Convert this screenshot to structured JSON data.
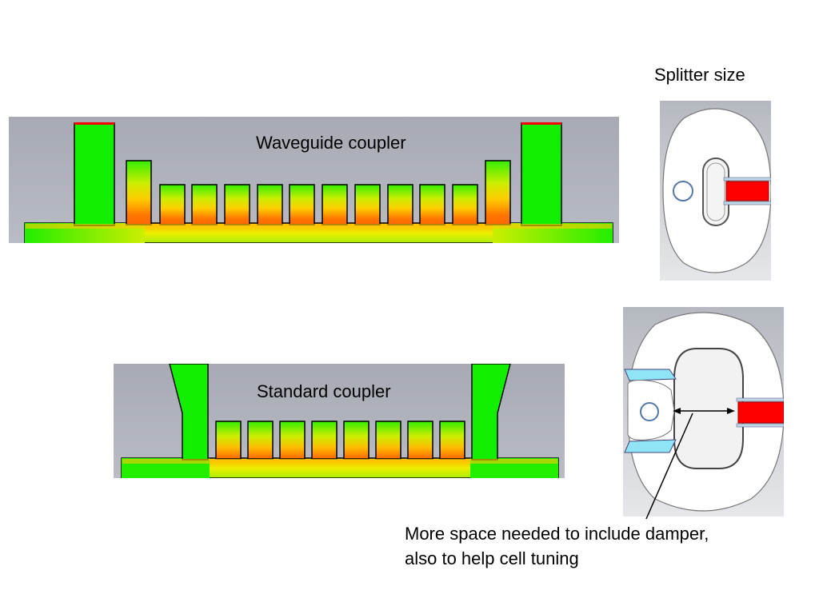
{
  "labels": {
    "splitter_size": "Splitter size",
    "waveguide_coupler": "Waveguide coupler",
    "standard_coupler": "Standard coupler",
    "note_line1": "More space needed to include damper,",
    "note_line2": "also to help cell tuning"
  },
  "colors": {
    "field_high": "#ff3300",
    "field_mid": "#ffcc00",
    "field_low": "#00e000",
    "background_gray": "#a9acb5",
    "port_red": "#ff0000",
    "damper_cyan": "#8fe4f7"
  }
}
